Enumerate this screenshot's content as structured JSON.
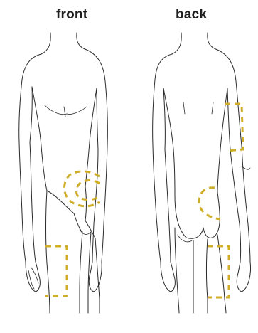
{
  "labels": {
    "front": "front",
    "back": "back"
  },
  "colors": {
    "outline": "#2a2a2a",
    "zone": "#cfae29"
  },
  "injection_sites": [
    {
      "view": "front",
      "site": "abdomen"
    },
    {
      "view": "front",
      "site": "thigh"
    },
    {
      "view": "back",
      "site": "upper-arm"
    },
    {
      "view": "back",
      "site": "buttock"
    },
    {
      "view": "back",
      "site": "thigh"
    }
  ]
}
